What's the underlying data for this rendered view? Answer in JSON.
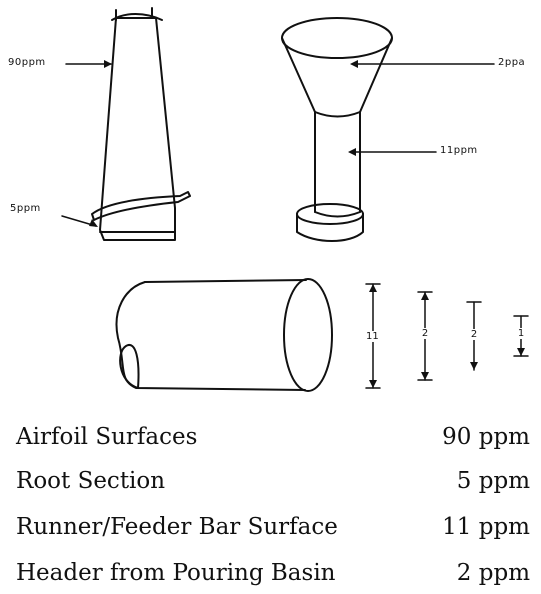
{
  "diagram": {
    "labels": {
      "airfoil_ppm": "90ppm",
      "root_ppm": "5ppm",
      "header_ppm": "2ppa",
      "runner_ppm": "11ppm"
    },
    "dimensions": [
      "11",
      "2",
      "2",
      "1"
    ]
  },
  "legend": {
    "rows": [
      {
        "label": "Airfoil Surfaces",
        "value": "90 ppm"
      },
      {
        "label": "Root Section",
        "value": "5 ppm"
      },
      {
        "label": "Runner/Feeder Bar Surface",
        "value": "11 ppm"
      },
      {
        "label": "Header from Pouring Basin",
        "value": "2 ppm"
      }
    ]
  }
}
